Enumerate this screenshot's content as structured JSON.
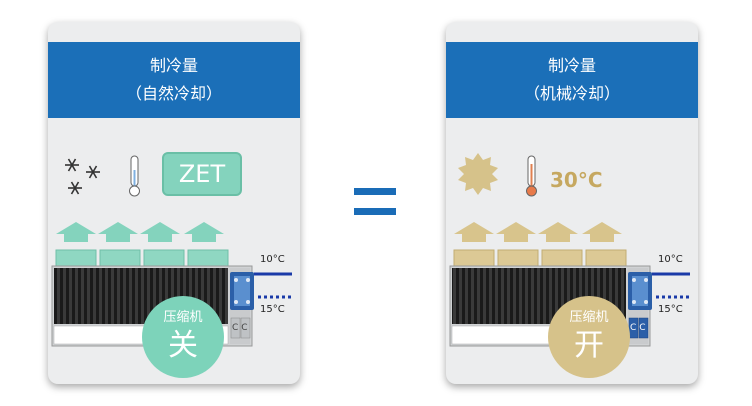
{
  "left_card": {
    "title": "制冷量",
    "subtitle": "（自然冷却）",
    "status_box": "ZET",
    "compressor_label": "压缩机",
    "compressor_state": "关",
    "temp_hi": "10°C",
    "temp_lo": "15°C",
    "cc_label": "CC"
  },
  "right_card": {
    "title": "制冷量",
    "subtitle": "（机械冷却）",
    "ambient_temp": "30°C",
    "compressor_label": "压缩机",
    "compressor_state": "开",
    "temp_hi": "10°C",
    "temp_lo": "15°C",
    "cc_label": "CC"
  },
  "operator": "=",
  "colors": {
    "header": "#1b6fb8",
    "free_cooling_accent": "#84d3bd",
    "mechanical_accent": "#d8c48c",
    "supply_line": "#1a3aa8"
  },
  "icons": [
    "snowflake-icon",
    "thermometer-icon",
    "sun-icon",
    "fan-arrow-icon",
    "plate-heat-exchanger-icon"
  ]
}
